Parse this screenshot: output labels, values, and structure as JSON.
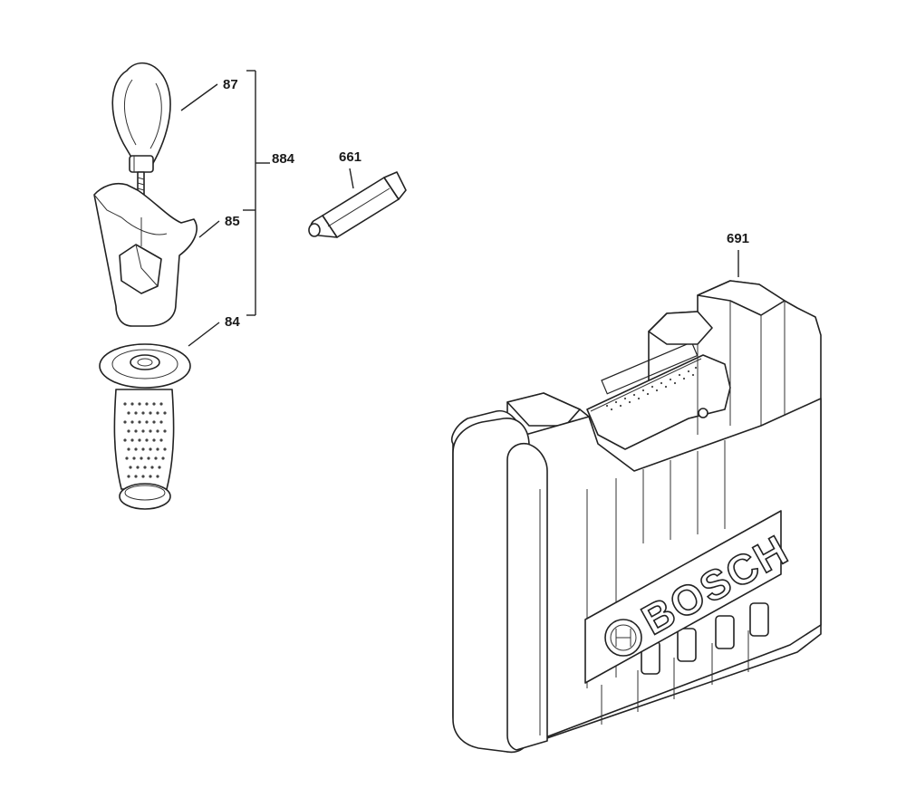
{
  "callouts": {
    "c87": "87",
    "c884": "884",
    "c85": "85",
    "c84": "84",
    "c661": "661",
    "c691": "691"
  },
  "case_logo": {
    "brand_text": "BOSCH"
  },
  "icons": {
    "brand_emblem": "bosch-armature-emblem-icon"
  },
  "colors": {
    "line": "#222222",
    "background": "#ffffff"
  }
}
